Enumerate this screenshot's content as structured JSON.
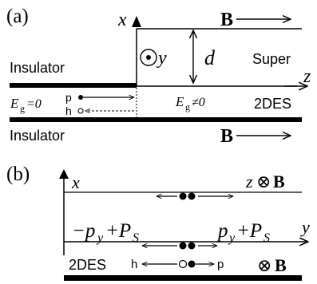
{
  "panel_a": {
    "label": "(a)",
    "x_axis": "x",
    "z_axis": "z",
    "field_top": "B",
    "field_bottom": "B",
    "y_symbol": "y",
    "thickness": "d",
    "insulator_top": "Insulator",
    "insulator_bottom": "Insulator",
    "super": "Super",
    "eg_left_main": "E",
    "eg_left_sub": "g",
    "eg_left_rest": "=0",
    "eg_right_main": "E",
    "eg_right_sub": "g",
    "eg_right_rest": "≠0",
    "p_label": "p",
    "h_label": "h",
    "region_2des": "2DES"
  },
  "panel_b": {
    "label": "(b)",
    "x_axis": "x",
    "y_axis": "y",
    "z_label": "z",
    "field_symbol": "⊗",
    "field_letter": "B",
    "left_mom": "−p",
    "left_mom_sub": "y",
    "left_mom_plus": "+P",
    "left_mom_sub2": "S",
    "right_mom": "p",
    "right_mom_sub": "y",
    "right_mom_plus": "+P",
    "right_mom_sub2": "S",
    "region_2des": "2DES",
    "h_label": "h",
    "p_label": "p",
    "field_bottom_symbol": "⊗",
    "field_bottom_letter": "B"
  }
}
